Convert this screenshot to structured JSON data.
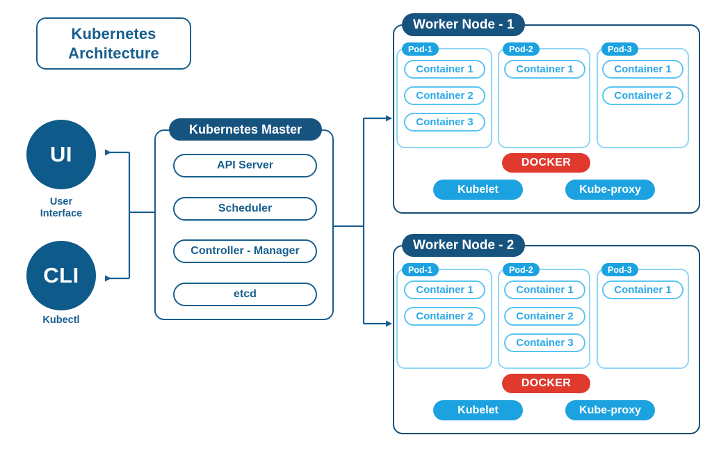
{
  "title": {
    "line1": "Kubernetes",
    "line2": "Architecture"
  },
  "clients": [
    {
      "abbr": "UI",
      "caption": "User\nInterface",
      "caption_l1": "User",
      "caption_l2": "Interface"
    },
    {
      "abbr": "CLI",
      "caption": "Kubectl",
      "caption_l1": "Kubectl",
      "caption_l2": ""
    }
  ],
  "master": {
    "header": "Kubernetes Master",
    "components": [
      {
        "label": "API Server"
      },
      {
        "label": "Scheduler"
      },
      {
        "label": "Controller - Manager"
      },
      {
        "label": "etcd"
      }
    ]
  },
  "worker_nodes": [
    {
      "header": "Worker Node - 1",
      "pods": [
        {
          "label": "Pod-1",
          "containers": [
            "Container 1",
            "Container 2",
            "Container 3"
          ]
        },
        {
          "label": "Pod-2",
          "containers": [
            "Container 1"
          ]
        },
        {
          "label": "Pod-3",
          "containers": [
            "Container 1",
            "Container 2"
          ]
        }
      ],
      "runtime": "DOCKER",
      "agents": [
        "Kubelet",
        "Kube-proxy"
      ]
    },
    {
      "header": "Worker Node - 2",
      "pods": [
        {
          "label": "Pod-1",
          "containers": [
            "Container 1",
            "Container 2"
          ]
        },
        {
          "label": "Pod-2",
          "containers": [
            "Container 1",
            "Container 2",
            "Container 3"
          ]
        },
        {
          "label": "Pod-3",
          "containers": [
            "Container 1"
          ]
        }
      ],
      "runtime": "DOCKER",
      "agents": [
        "Kubelet",
        "Kube-proxy"
      ]
    }
  ],
  "colors": {
    "navy": "#0E5A8A",
    "header_navy": "#17537F",
    "outline_blue": "#175E8E",
    "mid_blue": "#1CA2E0",
    "light_blue": "#5BC5F2",
    "docker_red": "#E03A2F",
    "background": "#FFFFFF"
  },
  "connectors": [
    {
      "from": "kubernetes-master",
      "to": "ui-circle",
      "direction": "left"
    },
    {
      "from": "kubernetes-master",
      "to": "cli-circle",
      "direction": "left"
    },
    {
      "from": "kubernetes-master",
      "to": "worker-node-1",
      "direction": "right"
    },
    {
      "from": "kubernetes-master",
      "to": "worker-node-2",
      "direction": "right"
    }
  ]
}
